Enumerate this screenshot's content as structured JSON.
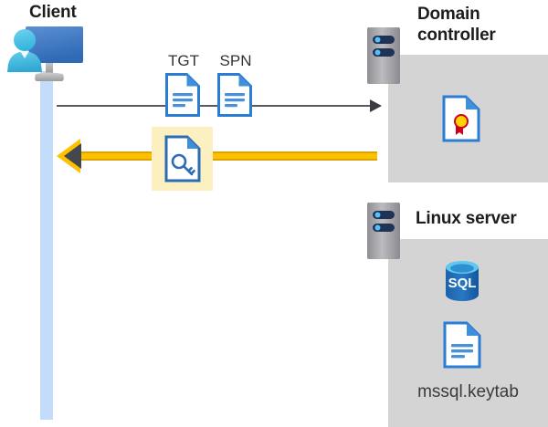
{
  "diagram": {
    "title": "Kerberos authentication flow between client, domain controller and Linux server",
    "colors": {
      "panel_gray": "#d4d4d4",
      "lifeline_blue": "#c2dcfa",
      "highlight_yellow": "#fdf0c0",
      "arrow_yellow": "#ffc000",
      "arrow_dark": "#44474d",
      "doc_blue": "#2b7cd3",
      "sql_blue": "#1d66b0",
      "cert_gold": "#ffd400",
      "cert_red": "#d0021b",
      "title_text": "#1d1d1d"
    }
  },
  "client": {
    "title": "Client",
    "avatar_icon": "user-at-monitor-icon",
    "lifeline_icon": "lifeline-bar"
  },
  "messages": {
    "request": {
      "arrow_icon": "arrow-right-icon",
      "documents": [
        {
          "label": "TGT",
          "icon": "document-icon"
        },
        {
          "label": "SPN",
          "icon": "document-icon"
        }
      ]
    },
    "response": {
      "arrow_icon": "arrow-left-icon",
      "highlighted": true,
      "document": {
        "label": "",
        "icon": "document-with-key-icon"
      }
    }
  },
  "domain_controller": {
    "title": "Domain\ncontroller",
    "server_icon": "server-rack-icon",
    "contents": [
      {
        "icon": "certificate-document-icon",
        "label": ""
      }
    ]
  },
  "linux_server": {
    "title": "Linux server",
    "server_icon": "server-rack-icon",
    "contents": [
      {
        "icon": "sql-database-icon",
        "label": "SQL"
      },
      {
        "icon": "document-icon",
        "label": "mssql.keytab"
      }
    ]
  }
}
